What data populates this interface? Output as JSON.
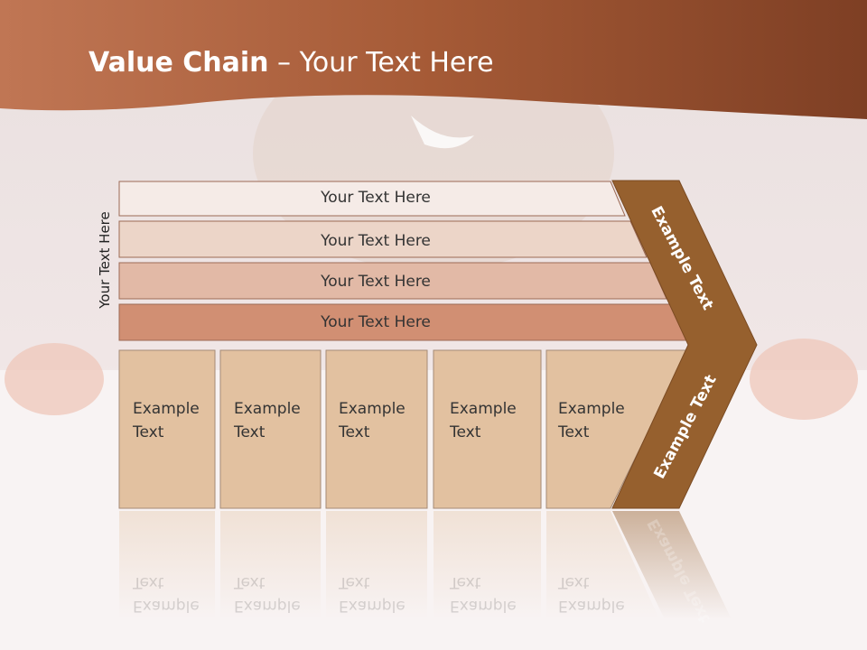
{
  "title": {
    "bold": "Value Chain",
    "rest": " – Your Text Here"
  },
  "side_label": "Your Text Here",
  "rows": [
    {
      "label": "Your Text Here",
      "fill": "#f5ebe7"
    },
    {
      "label": "Your Text Here",
      "fill": "#ecd5c8"
    },
    {
      "label": "Your Text Here",
      "fill": "#e2b9a6"
    },
    {
      "label": "Your Text Here",
      "fill": "#d18f73"
    }
  ],
  "cells": [
    {
      "line1": "Example",
      "line2": "Text"
    },
    {
      "line1": "Example",
      "line2": "Text"
    },
    {
      "line1": "Example",
      "line2": "Text"
    },
    {
      "line1": "Example",
      "line2": "Text"
    },
    {
      "line1": "Example",
      "line2": "Text"
    }
  ],
  "chevron": {
    "upper": "Example Text",
    "lower": "Example Text"
  },
  "colors": {
    "header": "#b0603a",
    "chevron": "#96602e",
    "cell": "#e2c1a0",
    "background": "#f3eeee"
  }
}
